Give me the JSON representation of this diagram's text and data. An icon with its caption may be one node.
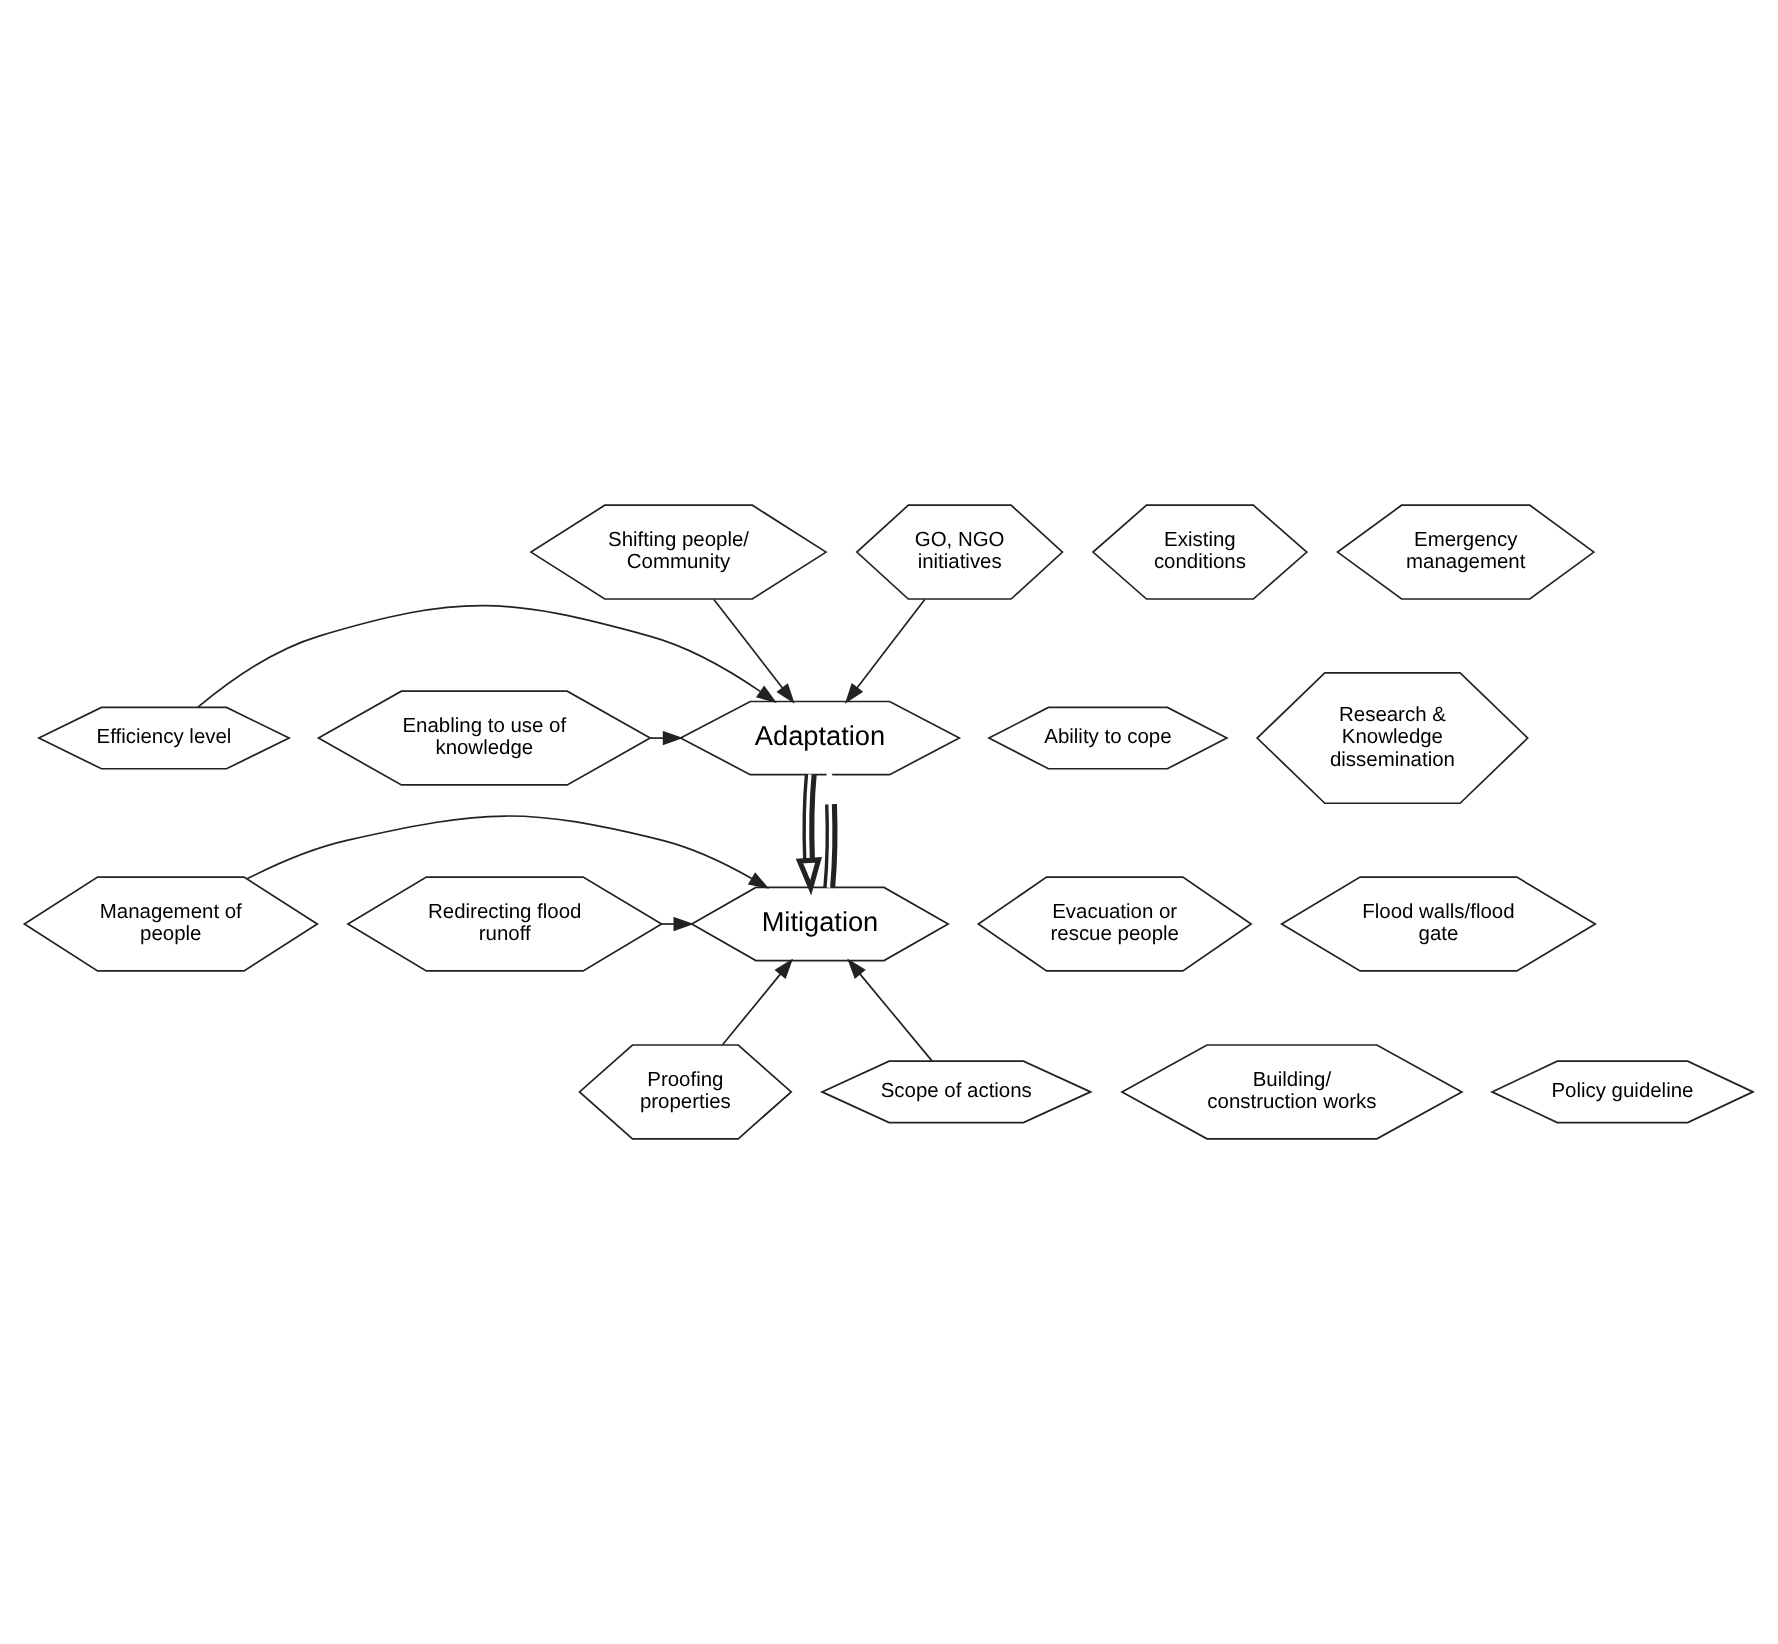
{
  "diagram": {
    "nodes": [
      {
        "text": [
          "Shifting people/ Community"
        ]
      },
      {
        "text": [
          "Existing conditions"
        ]
      },
      {
        "text": [
          "GO, NGO initiatives"
        ]
      },
      {
        "text": [
          "Emergency management"
        ]
      },
      {
        "text": [
          "Adaptation"
        ]
      },
      {
        "text": [
          "Efficiency level"
        ]
      },
      {
        "text": [
          "Ability to cope"
        ]
      },
      {
        "text": [
          "Enabling to use of knowledge"
        ]
      },
      {
        "text": [
          "Research & Knowledge dissemination"
        ]
      },
      {
        "text": [
          "Management of people"
        ]
      },
      {
        "text": [
          "Evacuation or rescue people"
        ]
      },
      {
        "text": [
          "Redirecting flood runoff"
        ]
      },
      {
        "text": [
          "Flood walls/flood gate"
        ]
      },
      {
        "text": [
          "Mitigation"
        ]
      },
      {
        "text": [
          "Proofing properties"
        ]
      },
      {
        "text": [
          "Building/ construction works"
        ]
      },
      {
        "text": [
          "Scope of actions"
        ]
      },
      {
        "text": [
          "Policy guideline"
        ]
      }
    ],
    "edges": [
      {
        "from": 0,
        "to": 4,
        "arrow": "to"
      },
      {
        "from": 2,
        "to": 4,
        "arrow": "to"
      },
      {
        "from": 5,
        "to": 4,
        "arrow": "to"
      },
      {
        "from": 7,
        "to": 4,
        "arrow": "to"
      },
      {
        "from": 4,
        "to": 13,
        "arrow": "to",
        "style": "thick"
      },
      {
        "from": 13,
        "to": 4,
        "arrow": "to",
        "style": "thick"
      },
      {
        "from": 9,
        "to": 13,
        "arrow": "to"
      },
      {
        "from": 11,
        "to": 13,
        "arrow": "to"
      },
      {
        "from": 14,
        "to": 13,
        "arrow": "to"
      },
      {
        "from": 16,
        "to": 13,
        "arrow": "to"
      }
    ]
  }
}
